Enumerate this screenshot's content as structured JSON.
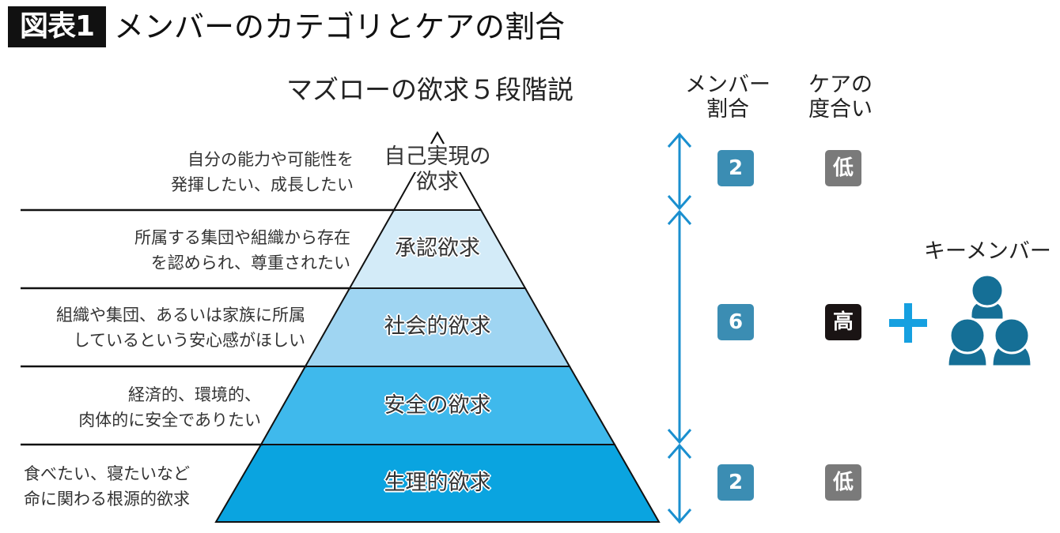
{
  "figure": {
    "badge": "図表1",
    "title": "メンバーのカテゴリとケアの割合"
  },
  "pyramid": {
    "title": "マズローの欲求５段階説",
    "levels": [
      {
        "name_line1": "自己実現の",
        "name_line2": "欲求",
        "desc_line1": "自分の能力や可能性を",
        "desc_line2": "発揮したい、成長したい",
        "color": "#ffffff"
      },
      {
        "name": "承認欲求",
        "desc_line1": "所属する集団や組織から存在",
        "desc_line2": "を認められ、尊重されたい",
        "color": "#d3ebf8"
      },
      {
        "name": "社会的欲求",
        "desc_line1": "組織や集団、あるいは家族に所属",
        "desc_line2": "しているという安心感がほしい",
        "color": "#9fd5f2"
      },
      {
        "name": "安全の欲求",
        "desc_line1": "経済的、環境的、",
        "desc_line2": "肉体的に安全でありたい",
        "color": "#3fb9ec"
      },
      {
        "name": "生理的欲求",
        "desc_line1": "食べたい、寝たいなど",
        "desc_line2": "命に関わる根源的欲求",
        "color": "#0aa4e0"
      }
    ]
  },
  "columns": {
    "member_ratio_line1": "メンバー",
    "member_ratio_line2": "割合",
    "care_level_line1": "ケアの",
    "care_level_line2": "度合い"
  },
  "groups": [
    {
      "ratio": "2",
      "care": "低",
      "care_kind": "low"
    },
    {
      "ratio": "6",
      "care": "高",
      "care_kind": "high"
    },
    {
      "ratio": "2",
      "care": "低",
      "care_kind": "low"
    }
  ],
  "key_member": {
    "label": "キーメンバー",
    "icon": "people-group-icon",
    "plus_icon": "plus-icon"
  },
  "colors": {
    "arrow": "#1a8fcf",
    "ratio_box": "#3b8db3",
    "care_low": "#7a7a7a",
    "care_high": "#1a1414",
    "people": "#156f96",
    "plus": "#16a0e0"
  }
}
